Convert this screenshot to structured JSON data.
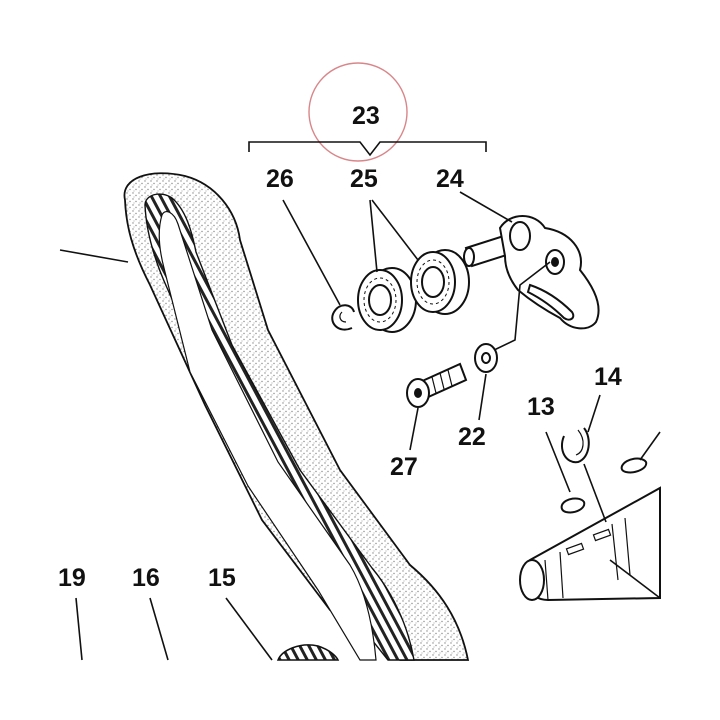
{
  "labels": {
    "assembly": "23",
    "circlip_26": "26",
    "bearings_25": "25",
    "arm_24": "24",
    "washer_22": "22",
    "screw_27": "27",
    "key_13": "13",
    "ring_14": "14",
    "part_19": "19",
    "part_16": "16",
    "part_15": "15"
  },
  "colors": {
    "line": "#111111",
    "highlight_circle": "#d9868a",
    "belt_stipple": "#9a9a9a"
  },
  "icons": {
    "highlight": "circle-highlight",
    "belt": "toothed-belt",
    "arm": "tensioner-arm",
    "shaft": "splined-shaft"
  }
}
